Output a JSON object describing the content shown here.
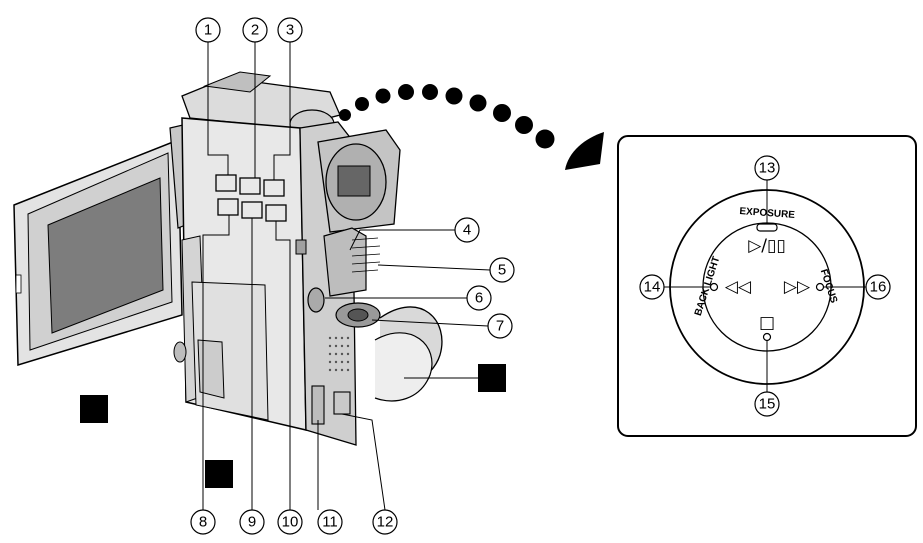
{
  "callouts": {
    "c1": "1",
    "c2": "2",
    "c3": "3",
    "c4": "4",
    "c5": "5",
    "c6": "6",
    "c7": "7",
    "c8": "8",
    "c9": "9",
    "c10": "10",
    "c11": "11",
    "c12": "12",
    "c13": "13",
    "c14": "14",
    "c15": "15",
    "c16": "16"
  },
  "control_pad": {
    "exposure": "EXPOSURE",
    "backlight": "BACK LIGHT",
    "focus": "FOCUS",
    "play_pause_symbol": "▷/▯▯",
    "rewind_symbol": "◁◁",
    "ff_symbol": "▷▷",
    "stop_symbol": "□"
  },
  "colors": {
    "line": "#000000",
    "body_light": "#e6e6e6",
    "body_mid": "#bdbdbd",
    "body_dark": "#8a8a8a",
    "screen": "#7a7a7a"
  }
}
